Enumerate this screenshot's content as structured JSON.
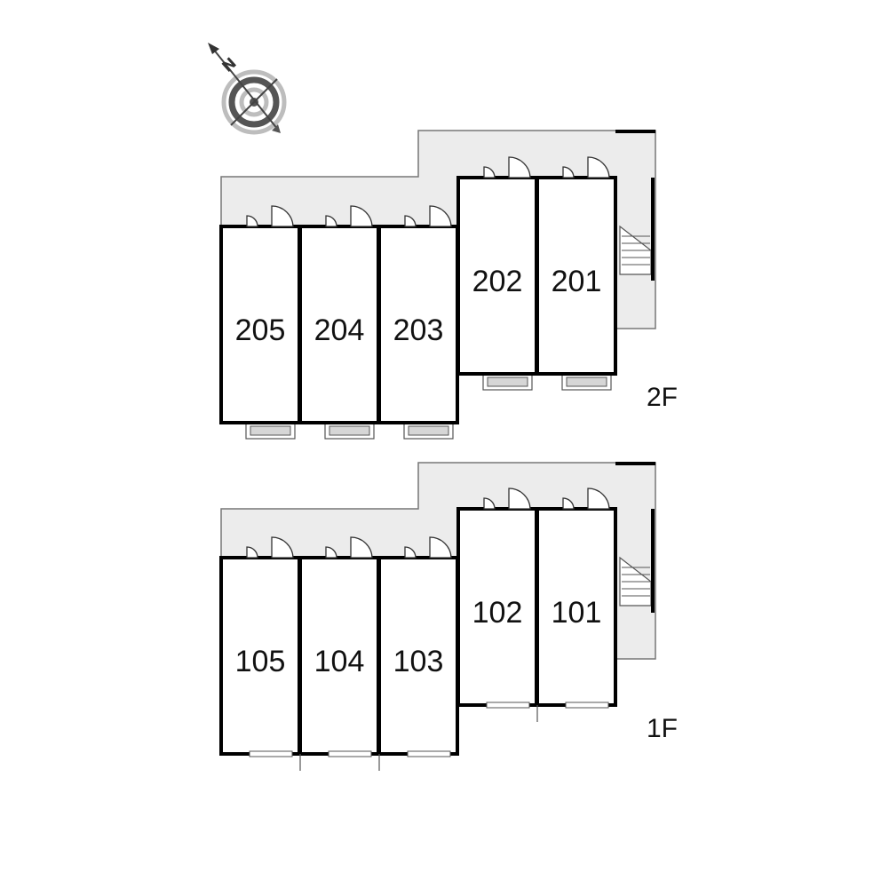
{
  "compass": {
    "letter": "N",
    "icon": "compass-north-arrow-icon"
  },
  "floors": [
    {
      "id": "2F",
      "label": "2F",
      "units": [
        {
          "number": "205"
        },
        {
          "number": "204"
        },
        {
          "number": "203"
        },
        {
          "number": "202"
        },
        {
          "number": "201"
        }
      ]
    },
    {
      "id": "1F",
      "label": "1F",
      "units": [
        {
          "number": "105"
        },
        {
          "number": "104"
        },
        {
          "number": "103"
        },
        {
          "number": "102"
        },
        {
          "number": "101"
        }
      ]
    }
  ],
  "colors": {
    "corridor": "#ececec",
    "wall": "#000000",
    "outline": "#777777",
    "balcony": "#d6d6d6",
    "compass_dark": "#555555",
    "compass_light": "#bdbdbd"
  }
}
